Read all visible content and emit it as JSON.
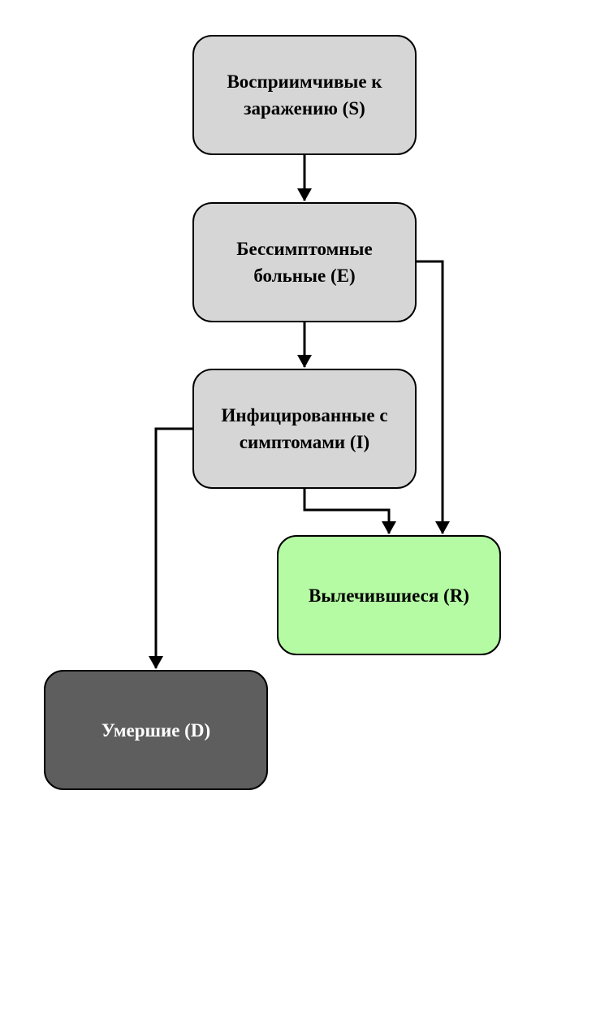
{
  "colors": {
    "stroke": "#000000",
    "node_default": "#d6d6d6",
    "node_recovered": "#b5fba4",
    "node_dead": "#5e5e5e",
    "text_default": "#000000",
    "text_dead": "#ffffff"
  },
  "nodes": {
    "susceptible": {
      "label": "Восприимчивые к заражению (S)"
    },
    "exposed": {
      "label": "Бессимптомные больные (E)"
    },
    "infected": {
      "label": "Инфицированные с симптомами (I)"
    },
    "recovered": {
      "label": "Вылечившиеся (R)"
    },
    "dead": {
      "label": "Умершие (D)"
    }
  },
  "edges": [
    {
      "from": "susceptible",
      "to": "exposed"
    },
    {
      "from": "exposed",
      "to": "infected"
    },
    {
      "from": "exposed",
      "to": "recovered"
    },
    {
      "from": "infected",
      "to": "recovered"
    },
    {
      "from": "infected",
      "to": "dead"
    }
  ]
}
